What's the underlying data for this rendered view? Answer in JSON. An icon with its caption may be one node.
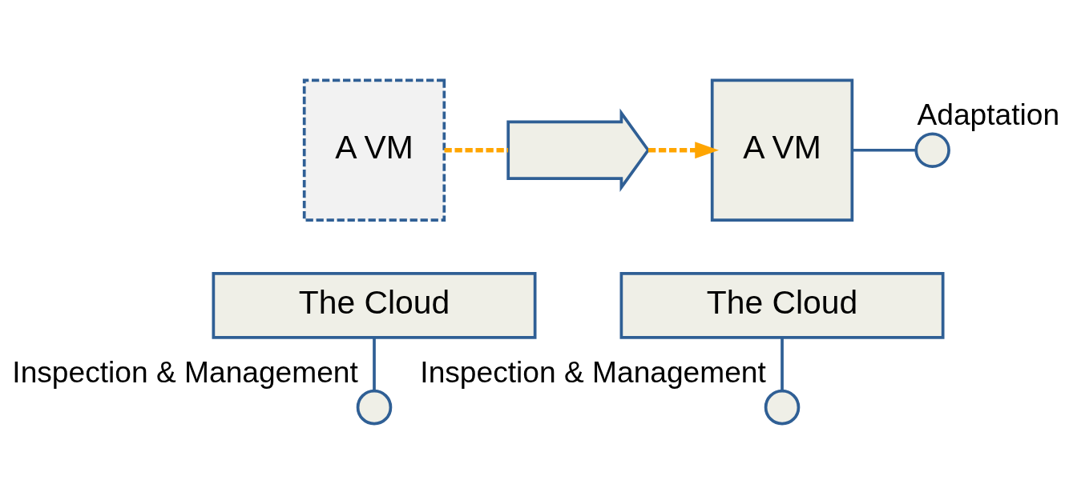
{
  "diagram": {
    "nodes": [
      {
        "text": [
          "A VM"
        ]
      },
      {
        "text": [
          "The Cloud"
        ]
      },
      {
        "text": [],
        "shape": "circle",
        "beside": [
          "Inspection & Management"
        ]
      },
      {
        "text": [],
        "shape": "arrow"
      },
      {
        "text": [
          "A VM"
        ]
      },
      {
        "text": [
          "The Cloud"
        ]
      },
      {
        "text": [],
        "shape": "circle",
        "beside": [
          "Inspection & Management"
        ]
      },
      {
        "text": [],
        "shape": "circle",
        "beside": [
          "Adaptation"
        ]
      }
    ],
    "edges": [
      {
        "from": 0,
        "to": 3,
        "arrow": "none",
        "style": "dashed",
        "color": "#ffa500"
      },
      {
        "from": 3,
        "to": 4,
        "arrow": "to",
        "style": "dashed",
        "color": "#ffa500"
      },
      {
        "from": 1,
        "to": 2,
        "arrow": "none"
      },
      {
        "from": 5,
        "to": 6,
        "arrow": "none"
      },
      {
        "from": 4,
        "to": 7,
        "arrow": "none"
      }
    ]
  }
}
